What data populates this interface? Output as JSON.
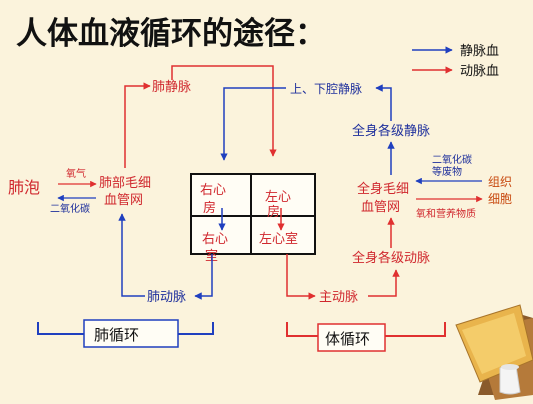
{
  "title": "人体血液循环的途径：",
  "legend": {
    "vein": "静脉血",
    "artery": "动脉血",
    "vein_color": "#1f3fbf",
    "artery_color": "#e03030"
  },
  "nodes": {
    "alveoli": "肺泡",
    "oxygen": "氧气",
    "co2": "二氧化碳",
    "lung_capillary_1": "肺部毛细",
    "lung_capillary_2": "血管网",
    "pulmonary_vein": "肺静脉",
    "pulmonary_artery": "肺动脉",
    "vena_cava": "上、下腔静脉",
    "body_veins": "全身各级静脉",
    "co2_waste_1": "二氧化碳",
    "co2_waste_2": "等废物",
    "tissue_1": "组织",
    "tissue_2": "细胞",
    "body_capillary_1": "全身毛细",
    "body_capillary_2": "血管网",
    "oxygen_nutrients": "氧和营养物质",
    "body_arteries": "全身各级动脉",
    "aorta": "主动脉"
  },
  "heart": {
    "right_atrium_1": "右心",
    "right_atrium_2": "房",
    "left_atrium_1": "左心",
    "left_atrium_2": "房",
    "right_ventricle_1": "右心",
    "right_ventricle_2": "室",
    "left_ventricle": "左心室"
  },
  "circulation": {
    "pulmonary": "肺循环",
    "systemic": "体循环"
  },
  "colors": {
    "background": "#fbf3dc",
    "text_red": "#d0282e",
    "text_blue": "#1e2f9c",
    "text_dark": "#1a1a1a",
    "tissue": "#c84a10"
  }
}
